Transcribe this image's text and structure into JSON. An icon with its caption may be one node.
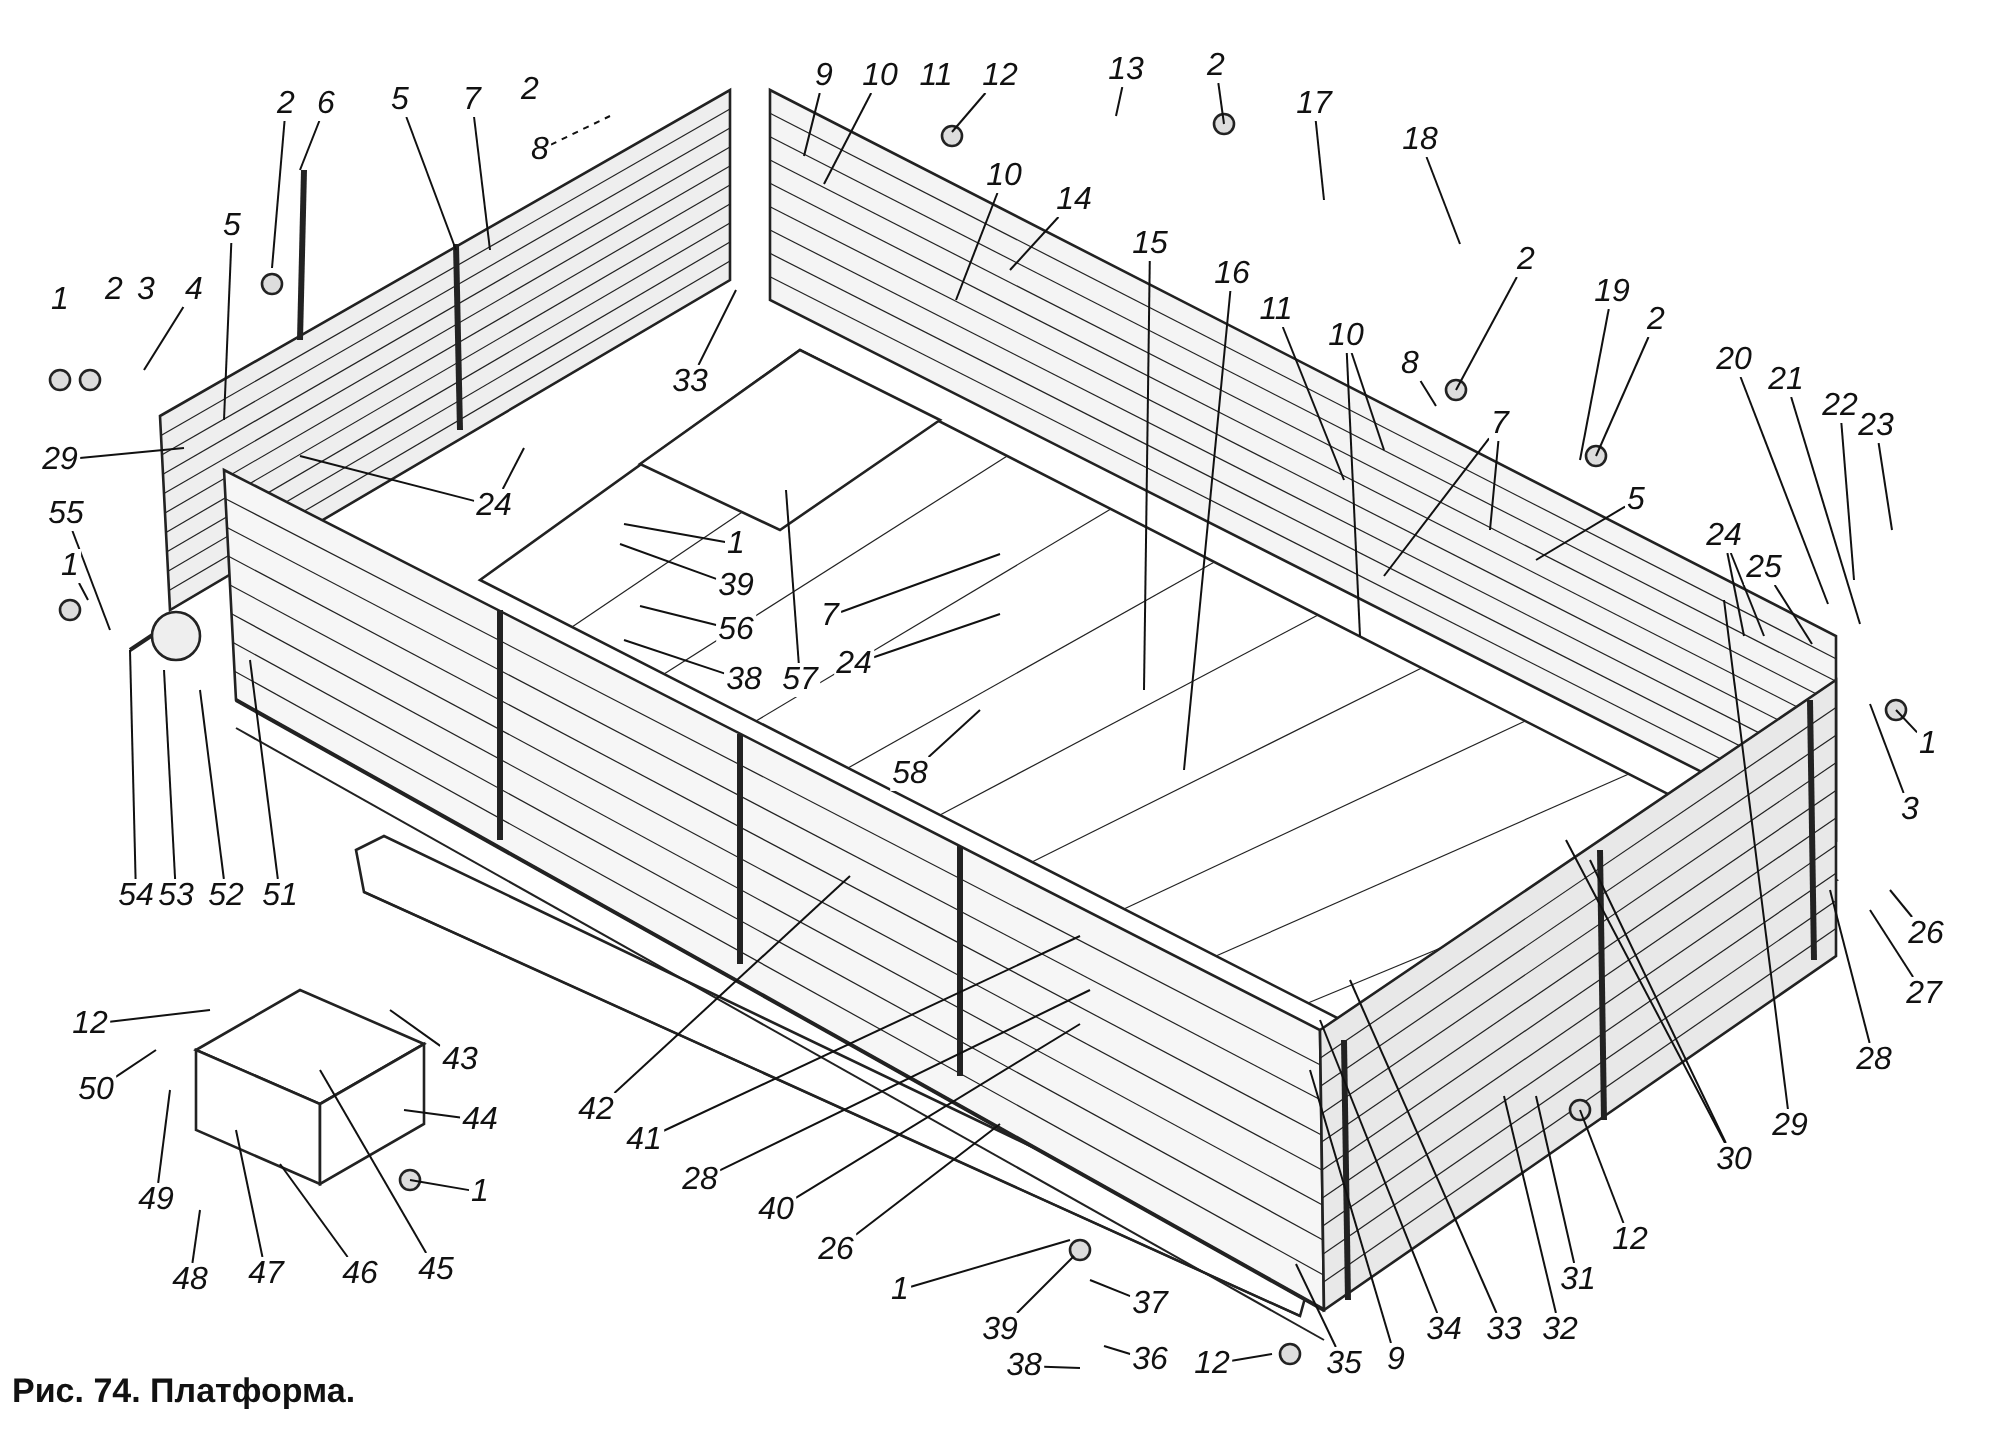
{
  "diagram": {
    "caption": "Рис. 74. Платформа.",
    "nodes": [
      {
        "text": [
          "4"
        ]
      },
      {
        "text": [
          "2"
        ]
      },
      {
        "text": [
          "6"
        ]
      },
      {
        "text": [
          "5"
        ]
      },
      {
        "text": [
          "7"
        ]
      },
      {
        "text": [
          "8"
        ]
      },
      {
        "text": [
          "5"
        ]
      },
      {
        "text": [
          "29"
        ]
      },
      {
        "text": [
          "24"
        ]
      },
      {
        "text": [
          "33"
        ]
      },
      {
        "text": [
          "9"
        ]
      },
      {
        "text": [
          "10"
        ]
      },
      {
        "text": [
          "12"
        ]
      },
      {
        "text": [
          "13"
        ]
      },
      {
        "text": [
          "2"
        ]
      },
      {
        "text": [
          "17"
        ]
      },
      {
        "text": [
          "18"
        ]
      },
      {
        "text": [
          "10"
        ]
      },
      {
        "text": [
          "14"
        ]
      },
      {
        "text": [
          "15"
        ]
      },
      {
        "text": [
          "16"
        ]
      },
      {
        "text": [
          "11"
        ]
      },
      {
        "text": [
          "10"
        ]
      },
      {
        "text": [
          "8"
        ]
      },
      {
        "text": [
          "2"
        ]
      },
      {
        "text": [
          "7"
        ]
      },
      {
        "text": [
          "19"
        ]
      },
      {
        "text": [
          "2"
        ]
      },
      {
        "text": [
          "5"
        ]
      },
      {
        "text": [
          "20"
        ]
      },
      {
        "text": [
          "21"
        ]
      },
      {
        "text": [
          "22"
        ]
      },
      {
        "text": [
          "23"
        ]
      },
      {
        "text": [
          "24"
        ]
      },
      {
        "text": [
          "25"
        ]
      },
      {
        "text": [
          "1"
        ]
      },
      {
        "text": [
          "3"
        ]
      },
      {
        "text": [
          "26"
        ]
      },
      {
        "text": [
          "27"
        ]
      },
      {
        "text": [
          "28"
        ]
      },
      {
        "text": [
          "29"
        ]
      },
      {
        "text": [
          "30"
        ]
      },
      {
        "text": [
          "12"
        ]
      },
      {
        "text": [
          "31"
        ]
      },
      {
        "text": [
          "32"
        ]
      },
      {
        "text": [
          "33"
        ]
      },
      {
        "text": [
          "34"
        ]
      },
      {
        "text": [
          "9"
        ]
      },
      {
        "text": [
          "35"
        ]
      },
      {
        "text": [
          "12"
        ]
      },
      {
        "text": [
          "36"
        ]
      },
      {
        "text": [
          "37"
        ]
      },
      {
        "text": [
          "38"
        ]
      },
      {
        "text": [
          "39"
        ]
      },
      {
        "text": [
          "1"
        ]
      },
      {
        "text": [
          "26"
        ]
      },
      {
        "text": [
          "40"
        ]
      },
      {
        "text": [
          "28"
        ]
      },
      {
        "text": [
          "41"
        ]
      },
      {
        "text": [
          "42"
        ]
      },
      {
        "text": [
          "43"
        ]
      },
      {
        "text": [
          "44"
        ]
      },
      {
        "text": [
          "1"
        ]
      },
      {
        "text": [
          "45"
        ]
      },
      {
        "text": [
          "46"
        ]
      },
      {
        "text": [
          "47"
        ]
      },
      {
        "text": [
          "48"
        ]
      },
      {
        "text": [
          "49"
        ]
      },
      {
        "text": [
          "50"
        ]
      },
      {
        "text": [
          "12"
        ]
      },
      {
        "text": [
          "54"
        ]
      },
      {
        "text": [
          "53"
        ]
      },
      {
        "text": [
          "52"
        ]
      },
      {
        "text": [
          "51"
        ]
      },
      {
        "text": [
          "55"
        ]
      },
      {
        "text": [
          "1"
        ]
      },
      {
        "text": [
          "1"
        ]
      },
      {
        "text": [
          "39"
        ]
      },
      {
        "text": [
          "7"
        ]
      },
      {
        "text": [
          "56"
        ]
      },
      {
        "text": [
          "24"
        ]
      },
      {
        "text": [
          "38"
        ]
      },
      {
        "text": [
          "57"
        ]
      },
      {
        "text": [
          "58"
        ]
      },
      {
        "text": [
          "1"
        ]
      },
      {
        "text": [
          "2"
        ]
      },
      {
        "text": [
          "3"
        ]
      },
      {
        "text": [
          "2"
        ]
      },
      {
        "text": [
          "11"
        ]
      }
    ],
    "edges": [
      {
        "from": 0,
        "to": null,
        "arrow": "none"
      },
      {
        "from": 1,
        "to": null,
        "arrow": "none"
      },
      {
        "from": 2,
        "to": null,
        "arrow": "none"
      },
      {
        "from": 3,
        "to": null,
        "arrow": "none"
      },
      {
        "from": 4,
        "to": null,
        "arrow": "none"
      },
      {
        "from": 5,
        "to": null,
        "arrow": "none",
        "style": "dashed"
      },
      {
        "from": 6,
        "to": null,
        "arrow": "none"
      },
      {
        "from": 7,
        "to": null,
        "arrow": "none"
      },
      {
        "from": 8,
        "to": null,
        "arrow": "none"
      },
      {
        "from": 8,
        "to": null,
        "arrow": "none"
      },
      {
        "from": 9,
        "to": null,
        "arrow": "none"
      },
      {
        "from": 10,
        "to": null,
        "arrow": "none"
      },
      {
        "from": 11,
        "to": null,
        "arrow": "none"
      },
      {
        "from": 12,
        "to": null,
        "arrow": "none"
      },
      {
        "from": 13,
        "to": null,
        "arrow": "none"
      },
      {
        "from": 14,
        "to": null,
        "arrow": "none"
      },
      {
        "from": 15,
        "to": null,
        "arrow": "none"
      },
      {
        "from": 16,
        "to": null,
        "arrow": "none"
      },
      {
        "from": 17,
        "to": null,
        "arrow": "none"
      },
      {
        "from": 18,
        "to": null,
        "arrow": "none"
      },
      {
        "from": 19,
        "to": null,
        "arrow": "none"
      },
      {
        "from": 20,
        "to": null,
        "arrow": "none"
      },
      {
        "from": 21,
        "to": null,
        "arrow": "none"
      },
      {
        "from": 22,
        "to": null,
        "arrow": "none"
      },
      {
        "from": 22,
        "to": null,
        "arrow": "none"
      },
      {
        "from": 23,
        "to": null,
        "arrow": "none"
      },
      {
        "from": 24,
        "to": null,
        "arrow": "none"
      },
      {
        "from": 25,
        "to": null,
        "arrow": "none"
      },
      {
        "from": 25,
        "to": null,
        "arrow": "none"
      },
      {
        "from": 26,
        "to": null,
        "arrow": "none"
      },
      {
        "from": 27,
        "to": null,
        "arrow": "none"
      },
      {
        "from": 28,
        "to": null,
        "arrow": "none"
      },
      {
        "from": 29,
        "to": null,
        "arrow": "none"
      },
      {
        "from": 30,
        "to": null,
        "arrow": "none"
      },
      {
        "from": 31,
        "to": null,
        "arrow": "none"
      },
      {
        "from": 32,
        "to": null,
        "arrow": "none"
      },
      {
        "from": 33,
        "to": null,
        "arrow": "none"
      },
      {
        "from": 33,
        "to": null,
        "arrow": "none"
      },
      {
        "from": 34,
        "to": null,
        "arrow": "none"
      },
      {
        "from": 35,
        "to": null,
        "arrow": "none"
      },
      {
        "from": 36,
        "to": null,
        "arrow": "none"
      },
      {
        "from": 37,
        "to": null,
        "arrow": "none"
      },
      {
        "from": 38,
        "to": null,
        "arrow": "none"
      },
      {
        "from": 39,
        "to": null,
        "arrow": "none"
      },
      {
        "from": 40,
        "to": null,
        "arrow": "none"
      },
      {
        "from": 41,
        "to": null,
        "arrow": "none"
      },
      {
        "from": 41,
        "to": null,
        "arrow": "none"
      },
      {
        "from": 42,
        "to": null,
        "arrow": "none"
      },
      {
        "from": 43,
        "to": null,
        "arrow": "none"
      },
      {
        "from": 44,
        "to": null,
        "arrow": "none"
      },
      {
        "from": 45,
        "to": null,
        "arrow": "none"
      },
      {
        "from": 46,
        "to": null,
        "arrow": "none"
      },
      {
        "from": 47,
        "to": null,
        "arrow": "none"
      },
      {
        "from": 48,
        "to": null,
        "arrow": "none"
      },
      {
        "from": 49,
        "to": null,
        "arrow": "none"
      },
      {
        "from": 50,
        "to": null,
        "arrow": "none"
      },
      {
        "from": 51,
        "to": null,
        "arrow": "none"
      },
      {
        "from": 52,
        "to": null,
        "arrow": "none"
      },
      {
        "from": 53,
        "to": null,
        "arrow": "none"
      },
      {
        "from": 54,
        "to": null,
        "arrow": "none"
      },
      {
        "from": 55,
        "to": null,
        "arrow": "none"
      },
      {
        "from": 56,
        "to": null,
        "arrow": "none"
      },
      {
        "from": 57,
        "to": null,
        "arrow": "none"
      },
      {
        "from": 58,
        "to": null,
        "arrow": "none"
      },
      {
        "from": 59,
        "to": null,
        "arrow": "none"
      },
      {
        "from": 60,
        "to": null,
        "arrow": "none"
      },
      {
        "from": 61,
        "to": null,
        "arrow": "none"
      },
      {
        "from": 62,
        "to": null,
        "arrow": "none"
      },
      {
        "from": 63,
        "to": null,
        "arrow": "none"
      },
      {
        "from": 64,
        "to": null,
        "arrow": "none"
      },
      {
        "from": 65,
        "to": null,
        "arrow": "none"
      },
      {
        "from": 66,
        "to": null,
        "arrow": "none"
      },
      {
        "from": 67,
        "to": null,
        "arrow": "none"
      },
      {
        "from": 68,
        "to": null,
        "arrow": "none"
      },
      {
        "from": 69,
        "to": null,
        "arrow": "none"
      },
      {
        "from": 70,
        "to": null,
        "arrow": "none"
      },
      {
        "from": 71,
        "to": null,
        "arrow": "none"
      },
      {
        "from": 72,
        "to": null,
        "arrow": "none"
      },
      {
        "from": 73,
        "to": null,
        "arrow": "none"
      },
      {
        "from": 74,
        "to": null,
        "arrow": "none"
      },
      {
        "from": 75,
        "to": null,
        "arrow": "none"
      },
      {
        "from": 76,
        "to": null,
        "arrow": "none"
      },
      {
        "from": 77,
        "to": null,
        "arrow": "none"
      },
      {
        "from": 78,
        "to": null,
        "arrow": "none"
      },
      {
        "from": 79,
        "to": null,
        "arrow": "none"
      },
      {
        "from": 80,
        "to": null,
        "arrow": "none"
      },
      {
        "from": 81,
        "to": null,
        "arrow": "none"
      },
      {
        "from": 82,
        "to": null,
        "arrow": "none"
      },
      {
        "from": 83,
        "to": null,
        "arrow": "none"
      }
    ]
  }
}
